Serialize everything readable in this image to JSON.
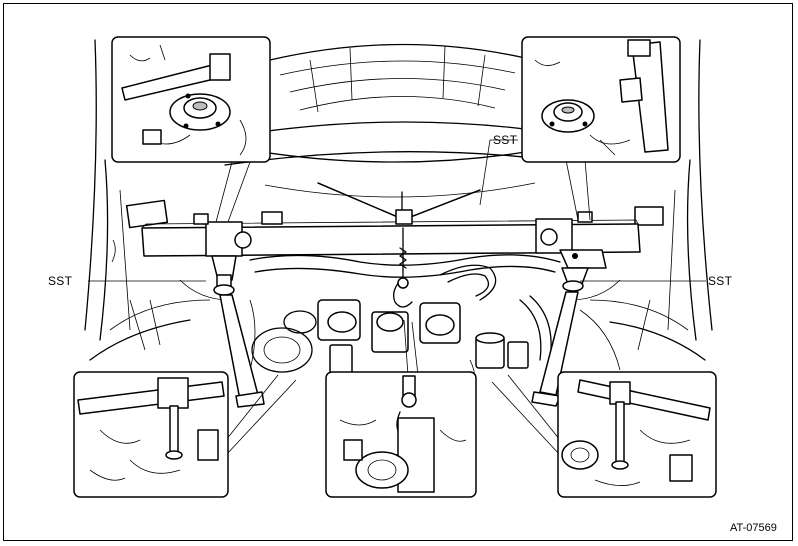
{
  "labels": {
    "sst_top": "SST",
    "sst_left": "SST",
    "sst_right": "SST"
  },
  "figure_code": "AT-07569",
  "icons": [
    "engine-support-tool",
    "strut-mount",
    "hook-chain",
    "bracket-leg"
  ],
  "colors": {
    "line": "#000000",
    "background": "#ffffff",
    "shade": "#bdbdbd"
  }
}
